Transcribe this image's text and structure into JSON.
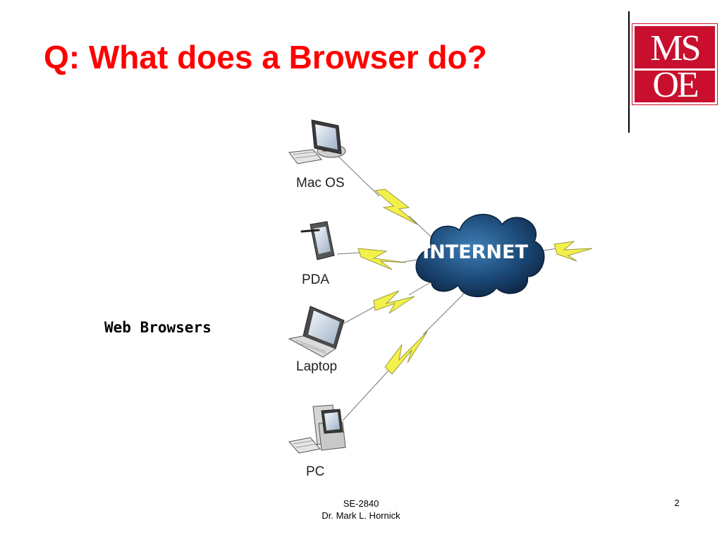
{
  "slide": {
    "title": "Q: What does a Browser do?",
    "side_label": "Web Browsers",
    "page_number": "2"
  },
  "logo": {
    "line1": "MS",
    "line2": "OE"
  },
  "diagram": {
    "cloud_label": "INTERNET",
    "devices": [
      {
        "label": "Mac OS"
      },
      {
        "label": "PDA"
      },
      {
        "label": "Laptop"
      },
      {
        "label": "PC"
      }
    ]
  },
  "footer": {
    "course": "SE-2840",
    "author": "Dr. Mark L. Hornick"
  },
  "colors": {
    "title": "#ff0000",
    "logo_bg": "#c8102e",
    "cloud": "#1c4a78",
    "lightning": "#f2f04a"
  }
}
